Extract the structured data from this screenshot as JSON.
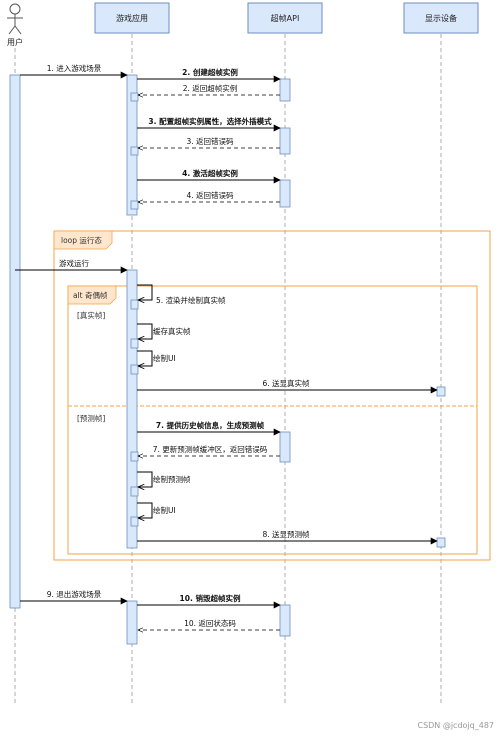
{
  "participants": {
    "user": "用户",
    "game": "游戏应用",
    "api": "超帧API",
    "display": "显示设备"
  },
  "messages": {
    "m1": "1. 进入游戏场景",
    "m2": "2. 创建超帧实例",
    "m2r": "2. 返回超帧实例",
    "m3": "3. 配置超帧实例属性，选择外插模式",
    "m3r": "3. 返回错误码",
    "m4": "4. 激活超帧实例",
    "m4r": "4. 返回错误码",
    "run": "游戏运行",
    "s5": "5. 渲染并绘制真实帧",
    "cache": "缓存真实帧",
    "drawui1": "绘制UI",
    "m6": "6. 送显真实帧",
    "m7": "7. 提供历史帧信息，生成预测帧",
    "m7r": "7. 更新预测帧缓冲区，返回错误码",
    "drawpred": "绘制预测帧",
    "drawui2": "绘制UI",
    "m8": "8. 送显预测帧",
    "m9": "9. 退出游戏场景",
    "m10": "10. 销毁超帧实例",
    "m10r": "10. 返回状态码"
  },
  "frames": {
    "loop": "loop 运行态",
    "alt": "alt 奇偶帧",
    "real_guard": "[真实帧]",
    "pred_guard": "[预测帧]"
  },
  "watermark": "CSDN @jcdojq_487",
  "colors": {
    "participant_fill": "#dae8fc",
    "participant_stroke": "#6c8ebf",
    "frame_stroke": "#f5a34a",
    "frame_tab": "#ffe6cc"
  }
}
